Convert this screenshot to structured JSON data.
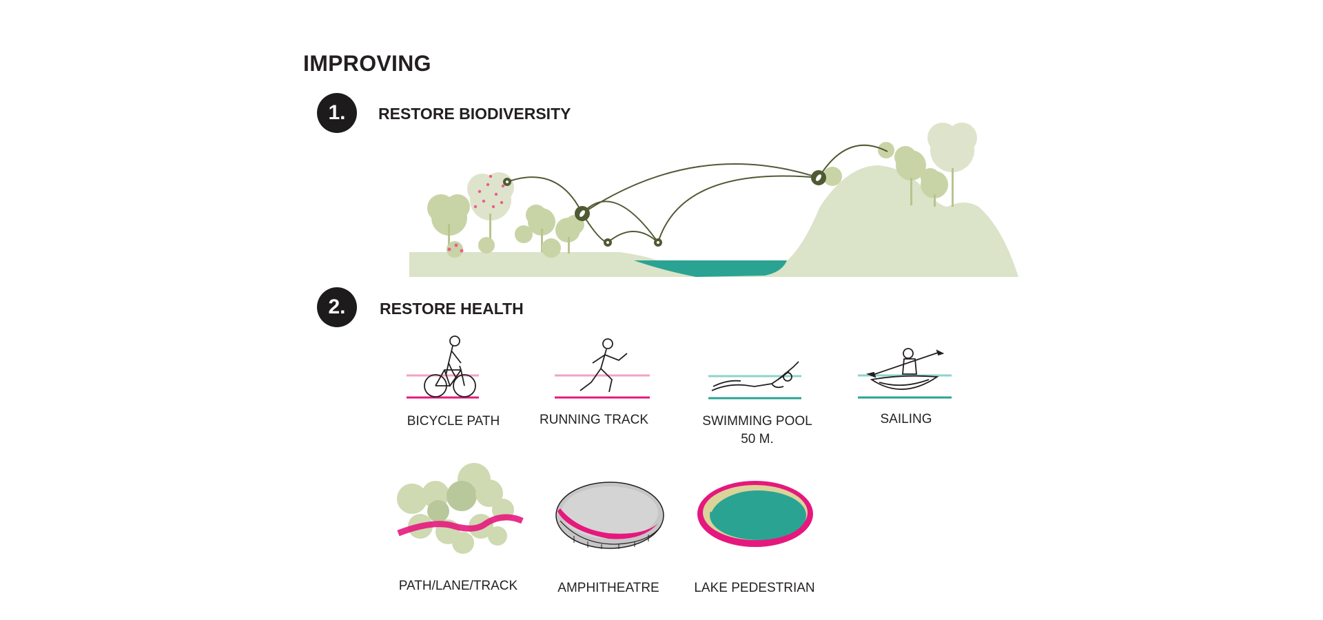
{
  "title": "IMPROVING",
  "sections": [
    {
      "number": "1.",
      "title": "RESTORE BIODIVERSITY"
    },
    {
      "number": "2.",
      "title": "RESTORE HEALTH"
    }
  ],
  "activities": [
    {
      "icon": "cyclist-icon",
      "label": "BICYCLE PATH"
    },
    {
      "icon": "runner-icon",
      "label": "RUNNING TRACK"
    },
    {
      "icon": "swimmer-icon",
      "label_line1": "SWIMMING POOL",
      "label_line2": "50 M."
    },
    {
      "icon": "kayaker-icon",
      "label": "SAILING"
    }
  ],
  "facilities": [
    {
      "icon": "tree-path-icon",
      "label": "PATH/LANE/TRACK"
    },
    {
      "icon": "amphitheatre-icon",
      "label": "AMPHITHEATRE"
    },
    {
      "icon": "lake-icon",
      "label": "LAKE PEDESTRIAN"
    }
  ],
  "colors": {
    "vegetation": "#dbe3c8",
    "tree": "#c8d4a6",
    "water": "#2aa393",
    "magenta": "#e5187d",
    "pink_light": "#f2a2c6",
    "teal_light": "#8dd3cb",
    "node": "#4f5a33",
    "dark": "#231f20"
  }
}
